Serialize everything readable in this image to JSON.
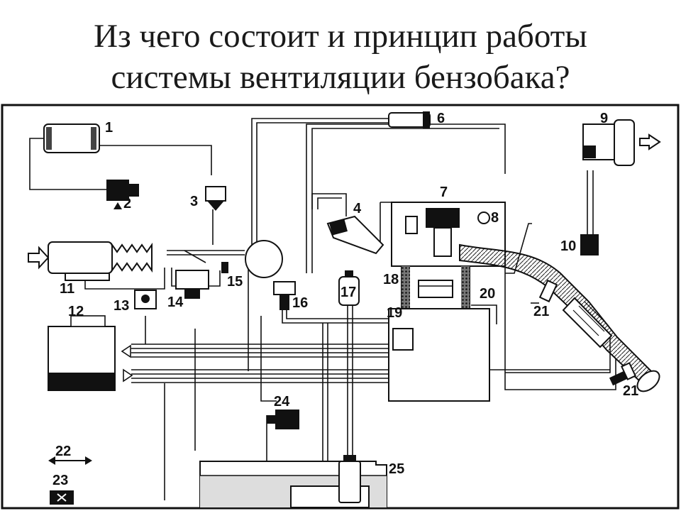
{
  "slide": {
    "title_line1": "Из чего состоит и принцип работы",
    "title_line2": "системы вентиляции бензобака?"
  },
  "diagram": {
    "labels": [
      "1",
      "2",
      "3",
      "4",
      "6",
      "7",
      "8",
      "9",
      "10",
      "11",
      "12",
      "13",
      "14",
      "15",
      "16",
      "17",
      "18",
      "19",
      "20",
      "21",
      "21",
      "22",
      "23",
      "24",
      "25"
    ]
  },
  "colors": {
    "ink": "#111111",
    "background": "#ffffff"
  }
}
